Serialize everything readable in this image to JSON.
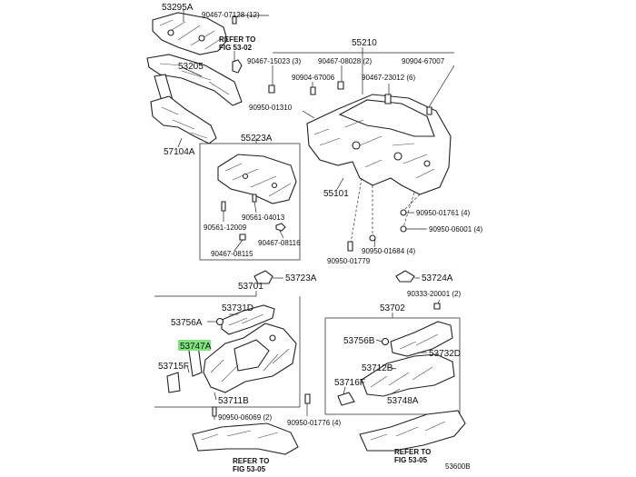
{
  "labels": {
    "p53295A": "53295A",
    "p90467_07128": "90467-07128 (12)",
    "refer1_a": "REFER TO",
    "refer1_b": "FIG 53-02",
    "p55210": "55210",
    "p90467_15023": "90467-15023 (3)",
    "p90467_08028": "90467-08028 (2)",
    "p90904_67007": "90904-67007",
    "p53205": "53205",
    "p90904_67006": "90904-67006",
    "p90467_23012": "90467-23012 (6)",
    "p90950_01310": "90950-01310",
    "p57104A": "57104A",
    "p55223A": "55223A",
    "p55101": "55101",
    "p90561_04013": "90561-04013",
    "p90561_12009": "90561-12009",
    "p90467_08116": "90467-08116",
    "p90467_08115": "90467-08115",
    "p90950_01761": "90950-01761 (4)",
    "p90950_06001": "90950-06001 (4)",
    "p90950_01684": "90950-01684 (4)",
    "p90950_01779": "90950-01779",
    "p53723A": "53723A",
    "p53724A": "53724A",
    "p53701": "53701",
    "p90333_20001": "90333-20001 (2)",
    "p53731D": "53731D",
    "p53702": "53702",
    "p53756A": "53756A",
    "p53747A": "53747A",
    "p53756B": "53756B",
    "p53732D": "53732D",
    "p53715F": "53715F",
    "p53712B": "53712B",
    "p53716F": "53716F",
    "p53711B": "53711B",
    "p53748A": "53748A",
    "p90950_06069": "90950-06069 (2)",
    "p90950_01776": "90950-01776 (4)",
    "refer2_a": "REFER TO",
    "refer2_b": "FIG 53-05",
    "refer3_a": "REFER TO",
    "refer3_b": "FIG 53-05",
    "diagram_id": "53600B"
  },
  "colors": {
    "highlight": "#7de47d",
    "line": "#222222"
  }
}
